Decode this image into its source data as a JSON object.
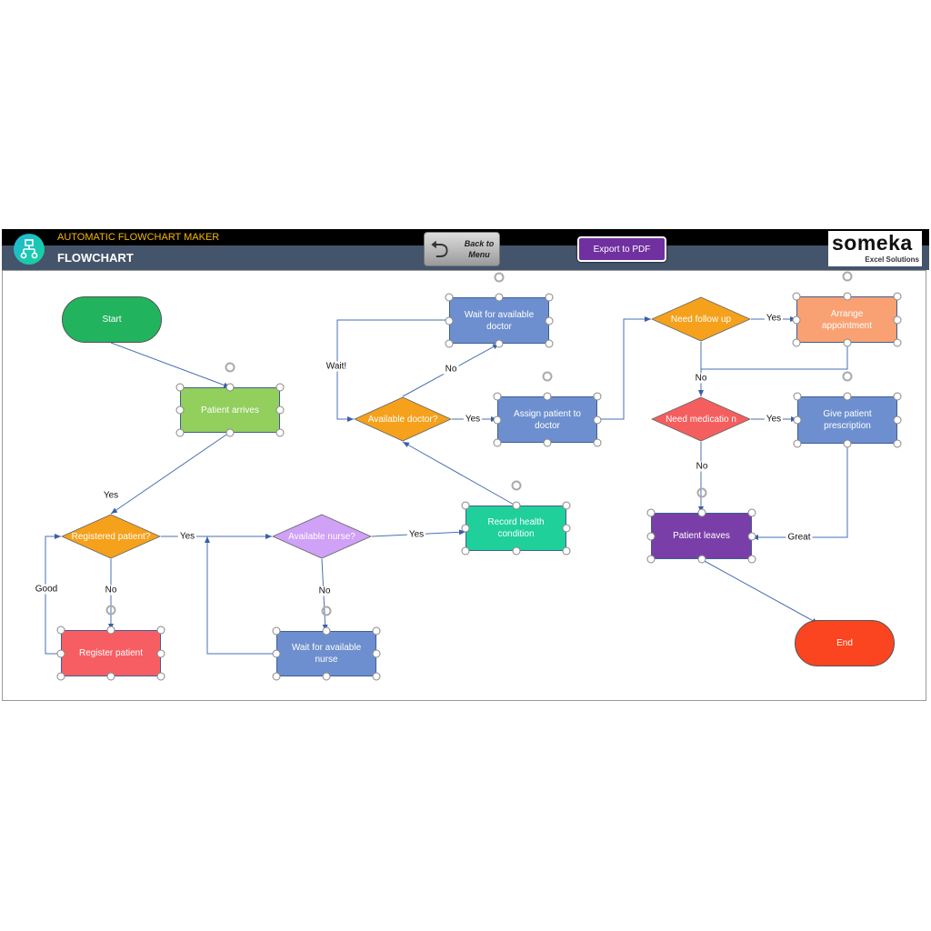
{
  "header": {
    "app_title": "AUTOMATIC FLOWCHART MAKER",
    "page_title": "FLOWCHART",
    "back_button": "Back to Menu",
    "export_button": "Export to PDF",
    "logo_main": "someka",
    "logo_sub": "Excel Solutions"
  },
  "colors": {
    "header_top": "#000000",
    "header_bottom": "#44546a",
    "connector": "#4472c4",
    "export": "#7030a0"
  },
  "nodes": [
    {
      "id": "start",
      "label": "Start",
      "shape": "pill",
      "color": "#22b35e",
      "selected": false
    },
    {
      "id": "arrives",
      "label": "Patient arrives",
      "shape": "rect",
      "color": "#92cf5c",
      "selected": true
    },
    {
      "id": "registered",
      "label": "Registered patient?",
      "shape": "diamond",
      "color": "#f5a11c",
      "selected": false
    },
    {
      "id": "register",
      "label": "Register patient",
      "shape": "rect",
      "color": "#f65e63",
      "selected": true
    },
    {
      "id": "nurse_q",
      "label": "Available nurse?",
      "shape": "diamond",
      "color": "#cfa1f7",
      "selected": false
    },
    {
      "id": "wait_nurse",
      "label": "Wait for available nurse",
      "shape": "rect",
      "color": "#6d8fcf",
      "selected": true
    },
    {
      "id": "record",
      "label": "Record health condition",
      "shape": "rect",
      "color": "#1fd09a",
      "selected": true
    },
    {
      "id": "doctor_q",
      "label": "Available doctor?",
      "shape": "diamond",
      "color": "#f5a11c",
      "selected": false
    },
    {
      "id": "wait_doctor",
      "label": "Wait for available doctor",
      "shape": "rect",
      "color": "#6d8fcf",
      "selected": true
    },
    {
      "id": "assign",
      "label": "Assign patient to doctor",
      "shape": "rect",
      "color": "#6d8fcf",
      "selected": true
    },
    {
      "id": "followup_q",
      "label": "Need follow up",
      "shape": "diamond",
      "color": "#f5a11c",
      "selected": false
    },
    {
      "id": "arrange",
      "label": "Arrange appointment",
      "shape": "rect",
      "color": "#f9a173",
      "selected": true
    },
    {
      "id": "medication_q",
      "label": "Need medicatio n",
      "shape": "diamond",
      "color": "#f55e5e",
      "selected": false
    },
    {
      "id": "prescription",
      "label": "Give patient prescription",
      "shape": "rect",
      "color": "#6d8fcf",
      "selected": true
    },
    {
      "id": "leaves",
      "label": "Patient leaves",
      "shape": "rect",
      "color": "#7a3ea8",
      "selected": true
    },
    {
      "id": "end",
      "label": "End",
      "shape": "pill",
      "color": "#fb4420",
      "selected": false
    }
  ],
  "edges": [
    {
      "id": "e1",
      "label": ""
    },
    {
      "id": "e2",
      "label": "Yes"
    },
    {
      "id": "e3",
      "label": "Yes"
    },
    {
      "id": "e4",
      "label": "No"
    },
    {
      "id": "e5",
      "label": "Good"
    },
    {
      "id": "e6",
      "label": "No"
    },
    {
      "id": "e7",
      "label": ""
    },
    {
      "id": "e8",
      "label": "Yes"
    },
    {
      "id": "e9",
      "label": ""
    },
    {
      "id": "e10",
      "label": "No"
    },
    {
      "id": "e11",
      "label": "Wait!"
    },
    {
      "id": "e12",
      "label": "Yes"
    },
    {
      "id": "e13",
      "label": ""
    },
    {
      "id": "e14",
      "label": "Yes"
    },
    {
      "id": "e15",
      "label": "No"
    },
    {
      "id": "e16",
      "label": ""
    },
    {
      "id": "e17",
      "label": "Yes"
    },
    {
      "id": "e18",
      "label": "No"
    },
    {
      "id": "e19",
      "label": "Great"
    },
    {
      "id": "e20",
      "label": ""
    }
  ]
}
